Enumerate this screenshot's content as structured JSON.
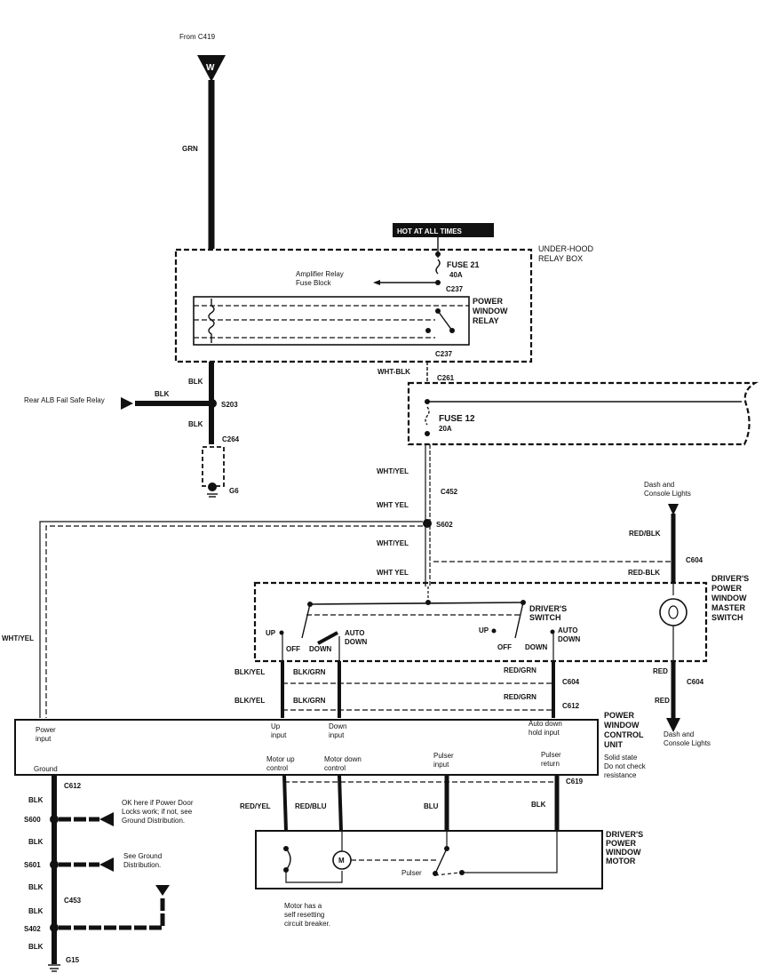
{
  "diagram": {
    "source_label": "From C419",
    "source_marker": "W",
    "hot_label": "HOT AT ALL TIMES",
    "wires": {
      "grn": "GRN",
      "blk_upper": "BLK",
      "blk_branch": "BLK",
      "blk_lower": "BLK",
      "wht_blk": "WHT-BLK",
      "wht_yel_1": "WHT/YEL",
      "wht_yel_2": "WHT YEL",
      "wht_yel_3": "WHT/YEL",
      "wht_yel_4": "WHT YEL",
      "wht_yel_left": "WHT/YEL",
      "red_blk_1": "RED/BLK",
      "red_blk_2": "RED-BLK",
      "red_1": "RED",
      "red_2": "RED",
      "blk_yel_1": "BLK/YEL",
      "blk_yel_2": "BLK/YEL",
      "blk_grn_1": "BLK/GRN",
      "blk_grn_2": "BLK/GRN",
      "red_grn_1": "RED/GRN",
      "red_grn_2": "RED/GRN",
      "red_yel": "RED/YEL",
      "red_blu": "RED/BLU",
      "blu": "BLU",
      "blk_pulser": "BLK",
      "gnd_blk": [
        "BLK",
        "BLK",
        "BLK",
        "BLK",
        "BLK"
      ]
    },
    "connectors": {
      "c237_top": "C237",
      "c237_bottom": "C237",
      "c261": "C261",
      "c264": "C264",
      "c452": "C452",
      "c604_top": "C604",
      "c604_mid": "C604",
      "c604_right": "C604",
      "c612_top": "C612",
      "c612_bottom": "C612",
      "c619": "C619",
      "c453": "C453"
    },
    "splices": {
      "s203": "S203",
      "s602": "S602",
      "s600": "S600",
      "s601": "S601",
      "s402": "S402"
    },
    "grounds": {
      "g6": "G6",
      "g15": "G15"
    },
    "underhood": {
      "title_line1": "UNDER-HOOD",
      "title_line2": "RELAY BOX",
      "fuse_name": "FUSE 21",
      "fuse_rating": "40A",
      "amp_line1": "Amplifier Relay",
      "amp_line2": "Fuse Block",
      "relay_line1": "POWER",
      "relay_line2": "WINDOW",
      "relay_line3": "RELAY"
    },
    "rear_alb": "Rear ALB Fail Safe Relay",
    "fuse12": {
      "name": "FUSE 12",
      "rating": "20A"
    },
    "dash_lights_top_1": "Dash and",
    "dash_lights_top_2": "Console Lights",
    "dash_lights_bottom_1": "Dash and",
    "dash_lights_bottom_2": "Console Lights",
    "master_switch": {
      "line1": "DRIVER'S",
      "line2": "POWER",
      "line3": "WINDOW",
      "line4": "MASTER",
      "line5": "SWITCH",
      "drivers_switch_1": "DRIVER'S",
      "drivers_switch_2": "SWITCH",
      "left": {
        "up": "UP",
        "off": "OFF",
        "down": "DOWN",
        "auto1": "AUTO",
        "auto2": "DOWN"
      },
      "right": {
        "up": "UP",
        "off": "OFF",
        "down": "DOWN",
        "auto1": "AUTO",
        "auto2": "DOWN"
      }
    },
    "control_unit": {
      "line1": "POWER",
      "line2": "WINDOW",
      "line3": "CONTROL",
      "line4": "UNIT",
      "note1": "Solid state",
      "note2": "Do not check",
      "note3": "resistance",
      "power_input_1": "Power",
      "power_input_2": "input",
      "ground": "Ground",
      "up_input_1": "Up",
      "up_input_2": "input",
      "down_input_1": "Down",
      "down_input_2": "input",
      "auto_hold_1": "Auto down",
      "auto_hold_2": "hold input",
      "motor_up_1": "Motor up",
      "motor_up_2": "control",
      "motor_down_1": "Motor down",
      "motor_down_2": "control",
      "pulser_input_1": "Pulser",
      "pulser_input_2": "input",
      "pulser_return_1": "Pulser",
      "pulser_return_2": "return"
    },
    "motor": {
      "line1": "DRIVER'S",
      "line2": "POWER",
      "line3": "WINDOW",
      "line4": "MOTOR",
      "pulser": "Pulser",
      "m": "M",
      "note1": "Motor has a",
      "note2": "self resetting",
      "note3": "circuit breaker."
    },
    "ground_notes": {
      "s600_1": "OK here if Power Door",
      "s600_2": "Locks work; if not, see",
      "s600_3": "Ground Distribution.",
      "s601_1": "See Ground",
      "s601_2": "Distribution."
    }
  }
}
